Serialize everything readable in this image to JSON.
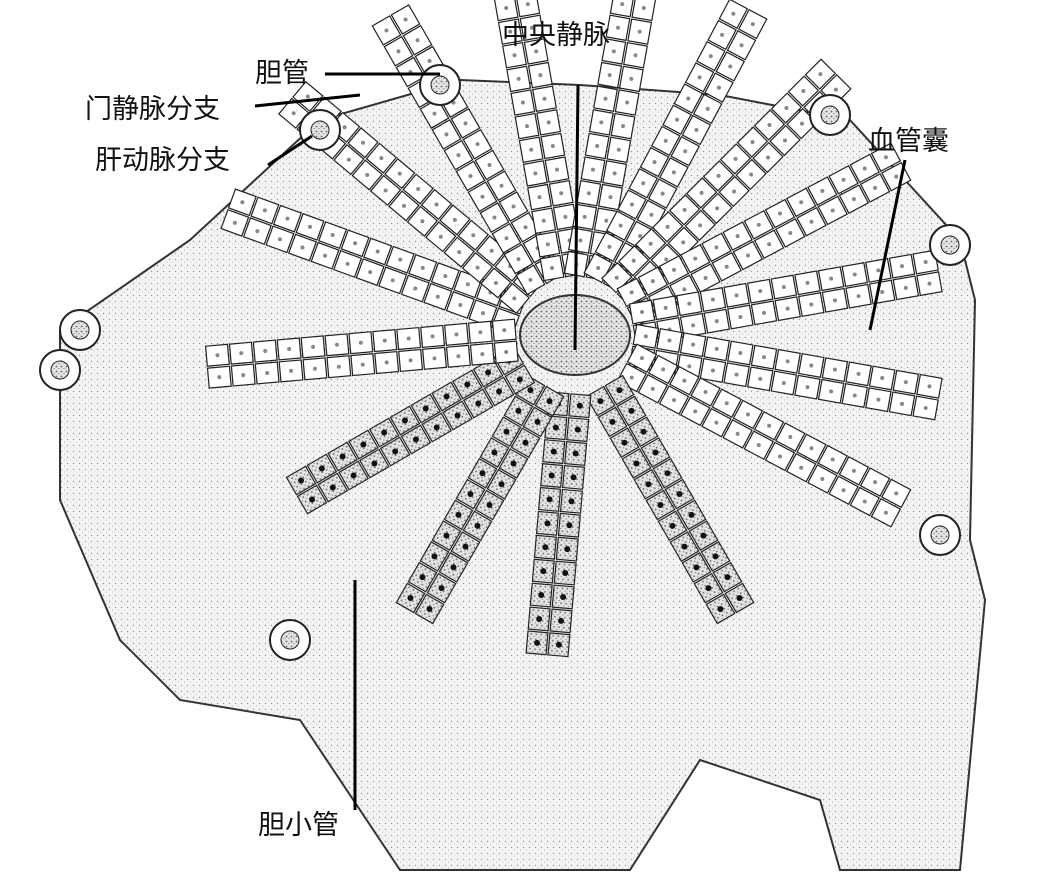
{
  "labels": {
    "central_vein": "中央静脉",
    "bile_duct": "胆管",
    "portal_vein_branch": "门静脉分支",
    "hepatic_artery_branch": "肝动脉分支",
    "sinusoid": "血管囊",
    "bile_canaliculus": "胆小管"
  }
}
